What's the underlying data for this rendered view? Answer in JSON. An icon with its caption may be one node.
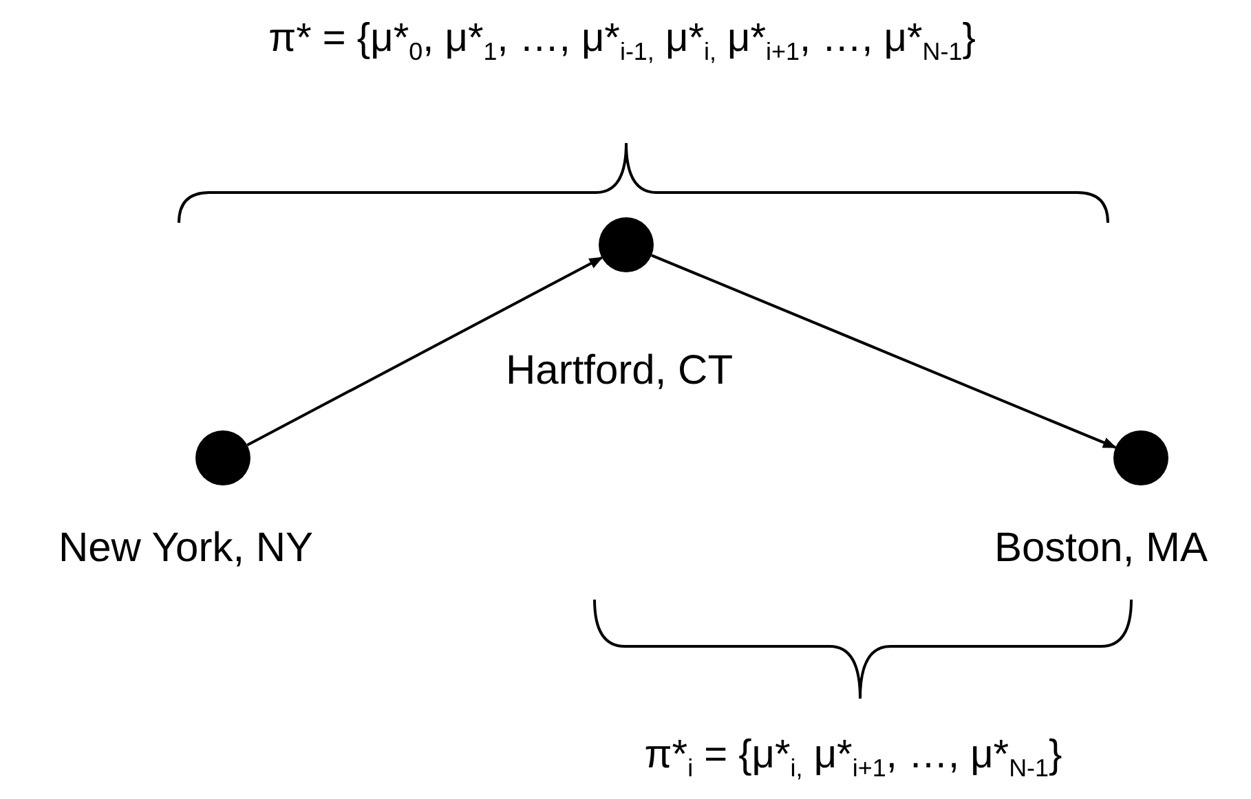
{
  "diagram": {
    "nodes": [
      {
        "text": [],
        "shape": "circle",
        "beside": [
          "New York, NY"
        ]
      },
      {
        "text": [],
        "shape": "circle",
        "beside": [
          "Hartford, CT"
        ]
      },
      {
        "text": [],
        "shape": "circle",
        "beside": [
          "Boston, MA"
        ]
      }
    ],
    "edges": [
      {
        "from": 0,
        "to": 1,
        "arrow": "to"
      },
      {
        "from": 1,
        "to": 2,
        "arrow": "to"
      }
    ],
    "labels": [
      "π* = {μ*$_{0}$, μ*$_{1}$, …, μ*$_{i-1,}$ μ*$_{i,}$ μ*$_{i+1}$, …, μ*$_{N-1}$}",
      "π*$_{i}$ = {μ*$_{i,}$ μ*$_{i+1}$, …, μ*$_{N-1}$}"
    ]
  }
}
